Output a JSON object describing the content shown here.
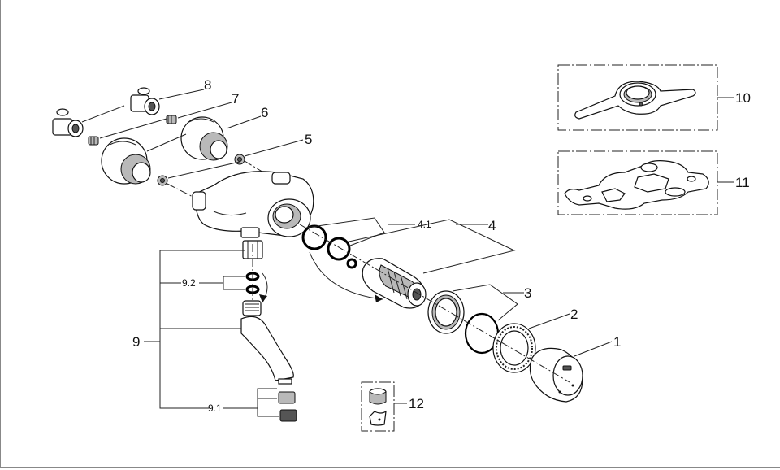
{
  "callouts": {
    "c1": "1",
    "c2": "2",
    "c3": "3",
    "c4": "4",
    "c4_1": "4.1",
    "c5": "5",
    "c6": "6",
    "c7": "7",
    "c8": "8",
    "c9": "9",
    "c9_1": "9.1",
    "c9_2": "9.2",
    "c10": "10",
    "c11": "11",
    "c12": "12"
  },
  "colors": {
    "line": "#111111",
    "shade": "#b9b9b9",
    "background": "#ffffff"
  }
}
